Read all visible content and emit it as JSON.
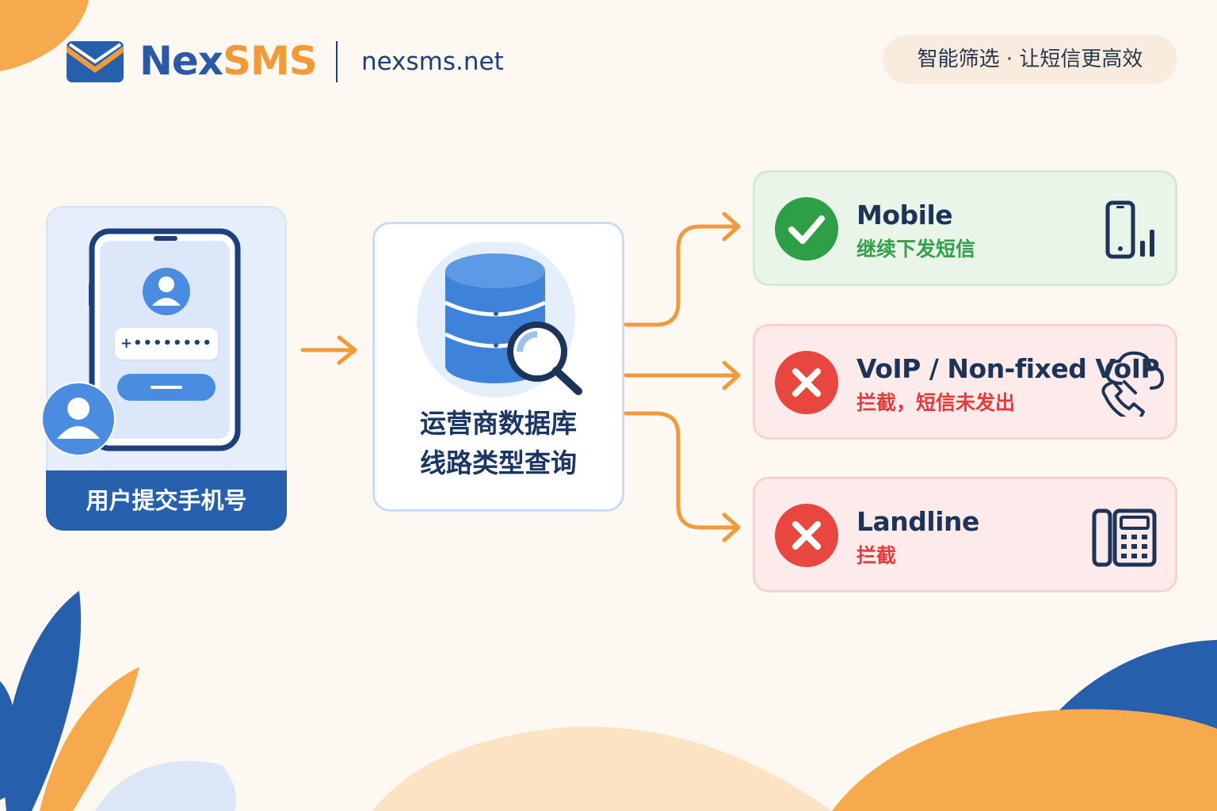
{
  "header": {
    "brand_part1": "Nex",
    "brand_part2": "SMS",
    "domain": "nexsms.net",
    "slogan": "智能筛选 · 让短信更高效"
  },
  "input_step": {
    "masked_number": "+••••••••",
    "label": "用户提交手机号"
  },
  "lookup_step": {
    "label_line1": "运营商数据库",
    "label_line2": "线路类型查询"
  },
  "results": [
    {
      "status": "allowed",
      "title": "Mobile",
      "subtitle": "继续下发短信",
      "icon": "mobile-signal-icon"
    },
    {
      "status": "blocked",
      "title": "VoIP / Non-fixed VoIP",
      "subtitle": "拦截，短信未发出",
      "icon": "cloud-phone-icon"
    },
    {
      "status": "blocked",
      "title": "Landline",
      "subtitle": "拦截",
      "icon": "desk-phone-icon"
    }
  ],
  "colors": {
    "primary_blue": "#2660ad",
    "accent_orange": "#f29a3a",
    "success_green": "#35a04a",
    "danger_red": "#e8473f",
    "background": "#fdf8f1"
  }
}
